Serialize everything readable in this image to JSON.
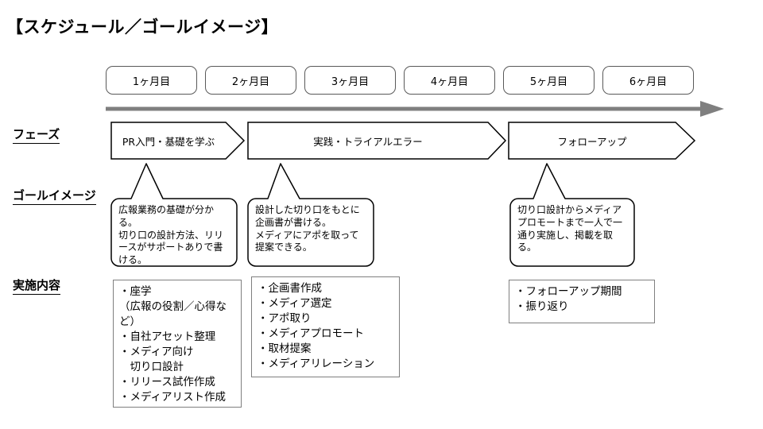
{
  "title": "【スケジュール／ゴールイメージ】",
  "timeline": {
    "months": [
      "1ヶ月目",
      "2ヶ月目",
      "3ヶ月目",
      "4ヶ月目",
      "5ヶ月目",
      "6ヶ月目"
    ]
  },
  "row_labels": {
    "phase": "フェーズ",
    "goal": "ゴールイメージ",
    "content": "実施内容"
  },
  "phases": [
    "PR入門・基礎を学ぶ",
    "実践・トライアルエラー",
    "フォローアップ"
  ],
  "goals": [
    "広報業務の基礎が分かる。\n切り口の設計方法、リリースがサポートありで書ける。",
    "設計した切り口をもとに企画書が書ける。\nメディアにアポを取って提案できる。",
    "切り口設計からメディアプロモートまで一人で一通り実施し、掲載を取る。"
  ],
  "contents": [
    {
      "items": [
        "・座学",
        "（広報の役割／心得など）",
        "・自社アセット整理",
        "・メディア向け",
        "　切り口設計",
        "・リリース試作作成",
        "・メディアリスト作成"
      ]
    },
    {
      "items": [
        "・企画書作成",
        "・メディア選定",
        "・アポ取り",
        "・メディアプロモート",
        "・取材提案",
        "・メディアリレーション"
      ]
    },
    {
      "items": [
        "・フォローアップ期間",
        "・振り返り"
      ]
    }
  ],
  "colors": {
    "timeline_arrow": "#7f7f7f",
    "shape_border": "#000000",
    "month_border": "#595959",
    "content_border": "#7f7f7f",
    "background": "#ffffff"
  }
}
